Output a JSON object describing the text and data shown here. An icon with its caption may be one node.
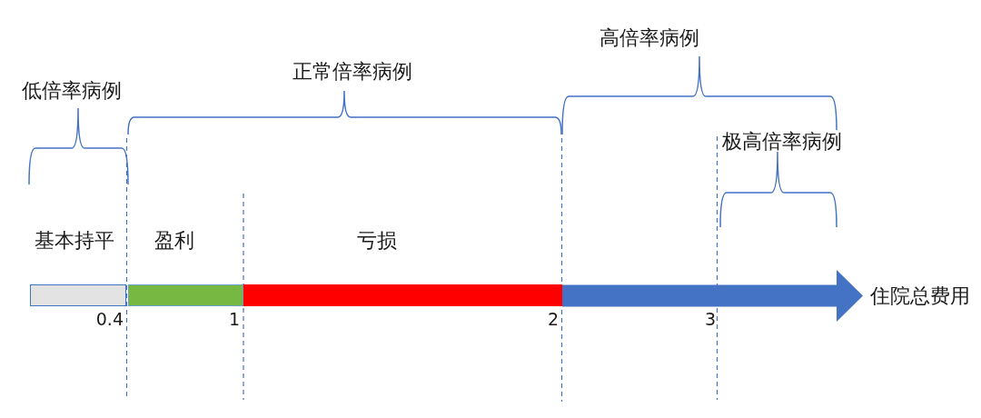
{
  "diagram": {
    "nodes": [
      {
        "text": [],
        "shape": "bar",
        "beside": [
          "基本持平"
        ]
      },
      {
        "text": [],
        "shape": "bar",
        "beside": [
          "盈利"
        ]
      },
      {
        "text": [],
        "shape": "bar",
        "beside": [
          "亏损"
        ]
      },
      {
        "text": [],
        "shape": "arrow",
        "beside": [
          "住院总费用"
        ]
      }
    ],
    "labels": [
      "高倍率病例",
      "正常倍率病例",
      "低倍率病例",
      "极高倍率病例",
      "0.4",
      "1",
      "2",
      "3"
    ]
  }
}
